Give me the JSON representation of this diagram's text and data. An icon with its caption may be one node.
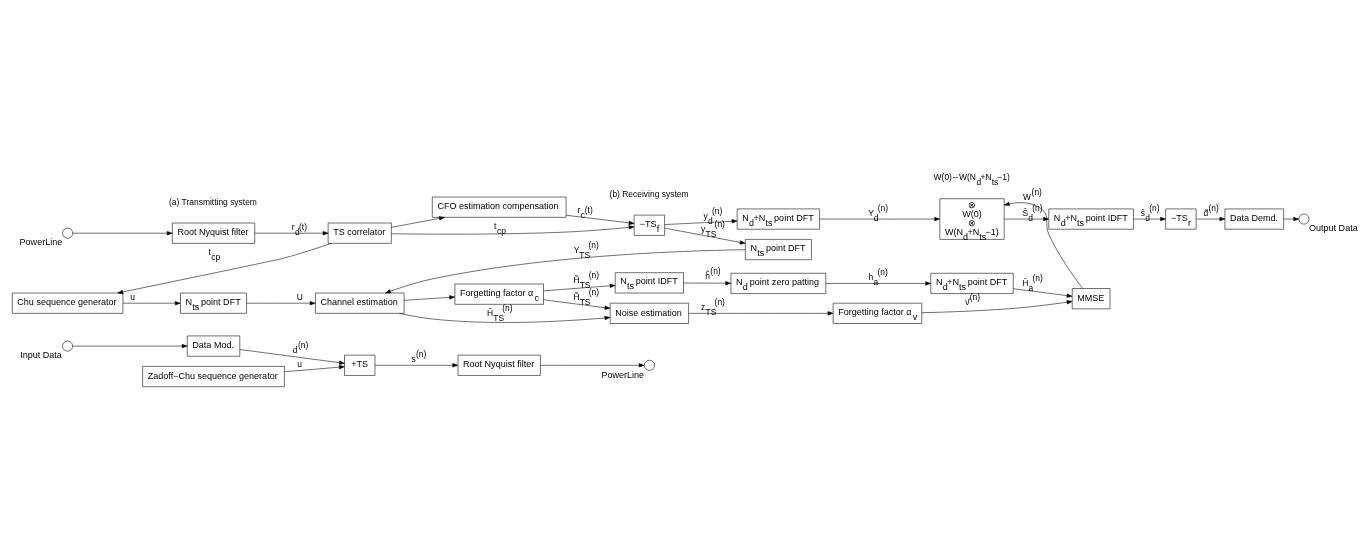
{
  "diagram": {
    "nodes": [
      {
        "text": [],
        "shape": "circle",
        "beside": [
          "Input Data"
        ]
      },
      {
        "text": [
          "Data Mod."
        ]
      },
      {
        "text": [
          "+TS"
        ]
      },
      {
        "text": [
          "Root Nyquist filter"
        ]
      },
      {
        "text": [],
        "shape": "circle",
        "beside": [
          "PowerLine"
        ]
      },
      {
        "text": [
          "Zadoff−Chu sequence generator"
        ]
      },
      {
        "text": [],
        "shape": "circle",
        "beside": [
          "PowerLine"
        ]
      },
      {
        "text": [
          "Root Nyquist filter"
        ]
      },
      {
        "text": [
          "TS correlator"
        ]
      },
      {
        "text": [
          "CFO estimation compensation"
        ]
      },
      {
        "text": [
          "−TS$_{f}$"
        ]
      },
      {
        "text": [
          "N$_{d}$+N$_{ts}$ point DFT"
        ]
      },
      {
        "text": [
          "N$_{ts}$ point DFT"
        ]
      },
      {
        "text": [
          "Chu sequence generator"
        ]
      },
      {
        "text": [
          "N$_{ts}$ point DFT"
        ]
      },
      {
        "text": [
          "Channel estimation"
        ]
      },
      {
        "text": [
          "Forgetting factor α$_{c}$"
        ]
      },
      {
        "text": [
          "N$_{ts}$ point IDFT"
        ]
      },
      {
        "text": [
          "N$_{d}$ point zero patting"
        ]
      },
      {
        "text": [
          "N$_{d}$+N$_{ts}$ point DFT"
        ]
      },
      {
        "text": [
          "Noise estimation"
        ]
      },
      {
        "text": [
          "Forgetting factor α$_{v}$"
        ]
      },
      {
        "text": [
          "MMSE"
        ]
      },
      {
        "text": [
          "⊗",
          "W(0)",
          "⊗",
          "W(N$_{d}$+N$_{ts}$−1)"
        ]
      },
      {
        "text": [
          "N$_{d}$+N$_{ts}$ point IDFT"
        ]
      },
      {
        "text": [
          "−TS$_{r}$"
        ]
      },
      {
        "text": [
          "Data Demd."
        ]
      },
      {
        "text": [],
        "shape": "circle",
        "beside": [
          "Output Data"
        ]
      }
    ],
    "edges": [
      {
        "from": 0,
        "to": 1,
        "arrow": "to"
      },
      {
        "from": 1,
        "to": 2,
        "arrow": "to",
        "label": "d$^{(n)}$"
      },
      {
        "from": 2,
        "to": 3,
        "arrow": "to",
        "label": "s$^{(n)}$"
      },
      {
        "from": 3,
        "to": 4,
        "arrow": "to"
      },
      {
        "from": 5,
        "to": 2,
        "arrow": "to",
        "label": "u"
      },
      {
        "from": 6,
        "to": 7,
        "arrow": "to"
      },
      {
        "from": 7,
        "to": 8,
        "arrow": "to",
        "label": "r$_{d}$(t)"
      },
      {
        "from": 8,
        "to": 9,
        "arrow": "to"
      },
      {
        "from": 9,
        "to": 10,
        "arrow": "to",
        "label": "r$_{c}$(t)"
      },
      {
        "from": 8,
        "to": 10,
        "arrow": "to",
        "label": "t$_{cp}$"
      },
      {
        "from": 10,
        "to": 11,
        "arrow": "to",
        "label": "y$_{d}$$^{(n)}$"
      },
      {
        "from": 10,
        "to": 12,
        "arrow": "to",
        "label": "y$_{TS}$$^{(n)}$"
      },
      {
        "from": 8,
        "to": 13,
        "arrow": "to",
        "label": "t$_{cp}$"
      },
      {
        "from": 13,
        "to": 14,
        "arrow": "to",
        "label": "u"
      },
      {
        "from": 14,
        "to": 15,
        "arrow": "to",
        "label": "U"
      },
      {
        "from": 12,
        "to": 15,
        "arrow": "to",
        "label": "Y$_{TS}$$^{(n)}$"
      },
      {
        "from": 15,
        "to": 16,
        "arrow": "to"
      },
      {
        "from": 15,
        "to": 20,
        "arrow": "to",
        "label": "Ĥ$_{TS}$$^{(n)}$"
      },
      {
        "from": 16,
        "to": 17,
        "arrow": "to",
        "label": "H̃$_{TS}$$^{(n)}$"
      },
      {
        "from": 16,
        "to": 20,
        "arrow": "to",
        "label": "H̃$_{TS}$$^{(n)}$"
      },
      {
        "from": 17,
        "to": 18,
        "arrow": "to",
        "label": "ĥ$^{(n)}$"
      },
      {
        "from": 18,
        "to": 19,
        "arrow": "to",
        "label": "h$_{a}$$^{(n)}$"
      },
      {
        "from": 19,
        "to": 22,
        "arrow": "to",
        "label": "Ĥ$_{a}$$^{(n)}$"
      },
      {
        "from": 20,
        "to": 21,
        "arrow": "to",
        "label": "z$_{TS}$$^{(n)}$"
      },
      {
        "from": 21,
        "to": 22,
        "arrow": "to",
        "label": "ν̂$^{(n)}$"
      },
      {
        "from": 22,
        "to": 23,
        "arrow": "to",
        "label": "W$^{(n)}$"
      },
      {
        "from": 11,
        "to": 23,
        "arrow": "to",
        "label": "Y$_{d}$$^{(n)}$"
      },
      {
        "from": 23,
        "to": 24,
        "arrow": "to",
        "label": "Ŝ$_{d}$$^{(n)}$"
      },
      {
        "from": 24,
        "to": 25,
        "arrow": "to",
        "label": "ŝ$_{d}$$^{(n)}$"
      },
      {
        "from": 25,
        "to": 26,
        "arrow": "to",
        "label": "d̂$^{(n)}$"
      },
      {
        "from": 26,
        "to": 27,
        "arrow": "to"
      }
    ],
    "labels": [
      "(a) Transmitting system",
      "W(0)∼W(N$_{d}$+N$_{ts}$−1)",
      "(b) Receiving system"
    ]
  }
}
